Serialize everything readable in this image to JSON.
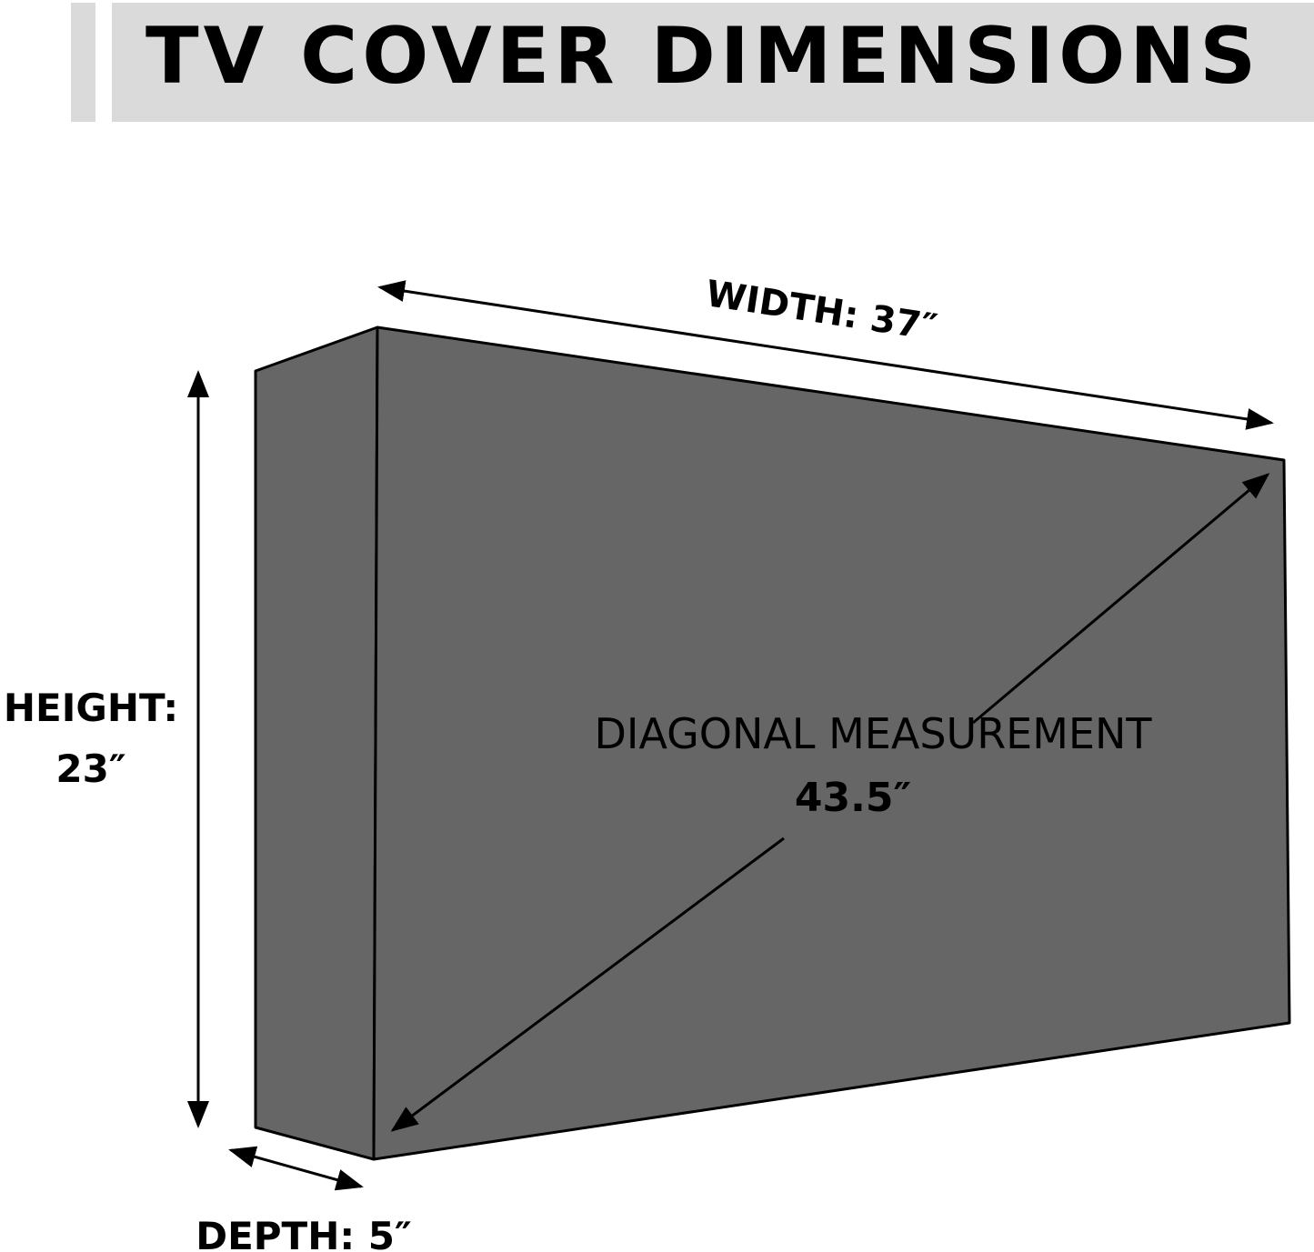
{
  "title": "TV COVER DIMENSIONS",
  "colors": {
    "header_bg": "#dadada",
    "cover_fill": "#666666",
    "outline": "#000000"
  },
  "dimensions": {
    "width_label": "WIDTH: 37″",
    "height_label_line1": "HEIGHT:",
    "height_label_line2": "23″",
    "depth_label": "DEPTH: 5″",
    "diagonal_label": "DIAGONAL MEASUREMENT",
    "diagonal_value": "43.5″"
  }
}
